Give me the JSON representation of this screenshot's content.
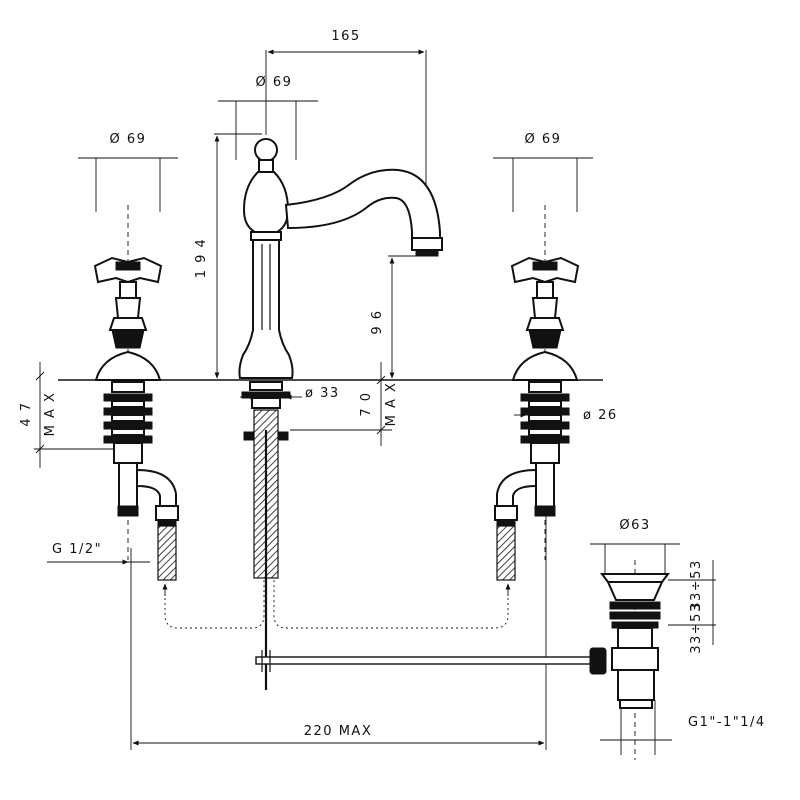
{
  "dimensions": {
    "spout_reach": "165",
    "spout_diameter": "Ø 69",
    "left_handle_diameter": "Ø 69",
    "right_handle_diameter": "Ø 69",
    "spout_height": "1 9 4",
    "outlet_height": "9 6",
    "left_max_thickness_value": "4 7",
    "left_max_label": "M A X",
    "center_max_thickness_value": "7 0",
    "center_max_label": "M A X",
    "spout_shank_diameter": "ø 33",
    "valve_shank_diameter": "ø 26",
    "inlet_thread": "G 1/2\"",
    "waste_diameter": "Ø63",
    "waste_range": "33÷53",
    "waste_range_repeat": "33÷53",
    "waste_thread": "G1\"-1\"1/4",
    "overall_width": "220 MAX"
  }
}
